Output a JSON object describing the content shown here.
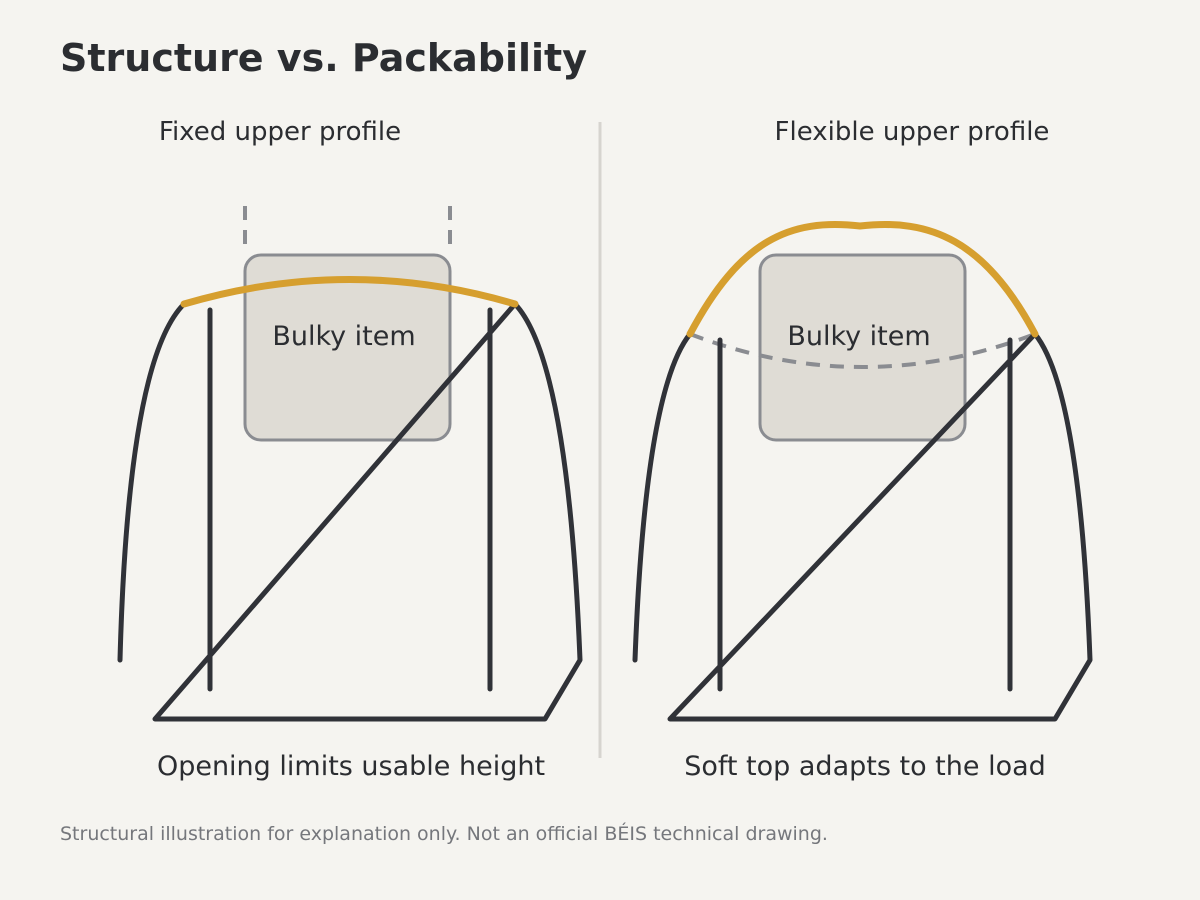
{
  "title": "Structure vs. Packability",
  "left_panel": {
    "heading": "Fixed upper profile",
    "item_label": "Bulky item",
    "caption": "Opening limits usable height"
  },
  "right_panel": {
    "heading": "Flexible upper profile",
    "item_label": "Bulky item",
    "caption": "Soft top adapts to the load"
  },
  "footnote": "Structural illustration for explanation only. Not an official BÉIS technical drawing.",
  "colors": {
    "background": "#f5f4f0",
    "frame": "#303238",
    "rim_highlight": "#d69f2f",
    "item_fill": "#dfdcd5",
    "guide_dashes": "#8a8c91"
  }
}
